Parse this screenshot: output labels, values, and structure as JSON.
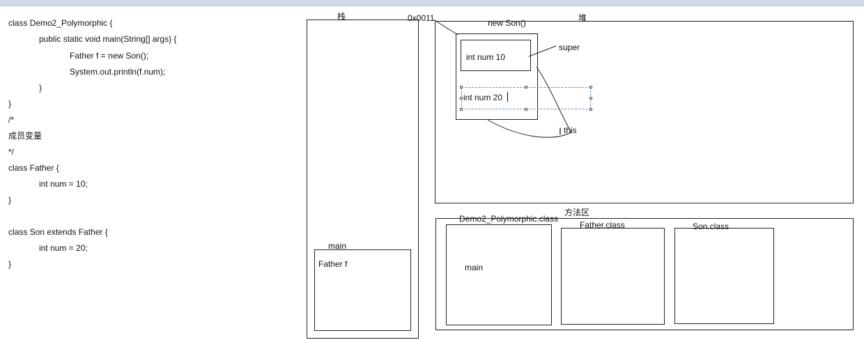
{
  "code": {
    "lines": [
      "class Demo2_Polymorphic {",
      "public static void main(String[] args) {",
      "Father f = new Son();",
      "System.out.println(f.num);",
      "}",
      "}",
      "/*",
      "成员变量",
      "*/",
      "class Father {",
      "int num = 10;",
      "}",
      "class Son extends Father {",
      "int num = 20;",
      "}"
    ]
  },
  "diagram": {
    "stack_label": "栈",
    "heap_label": "堆",
    "method_area_label": "方法区",
    "address": "0x0011",
    "new_son_label": "new Son()",
    "super_num": "int num 10",
    "this_num": "int num 20",
    "super_label": "super",
    "this_label": "this",
    "main_frame_label": "main",
    "main_frame_var": "Father f",
    "demo_class_label": "Demo2_Polymorphic.class",
    "demo_class_main": "main",
    "father_class_label": "Father.class",
    "son_class_label": "Son.class"
  }
}
